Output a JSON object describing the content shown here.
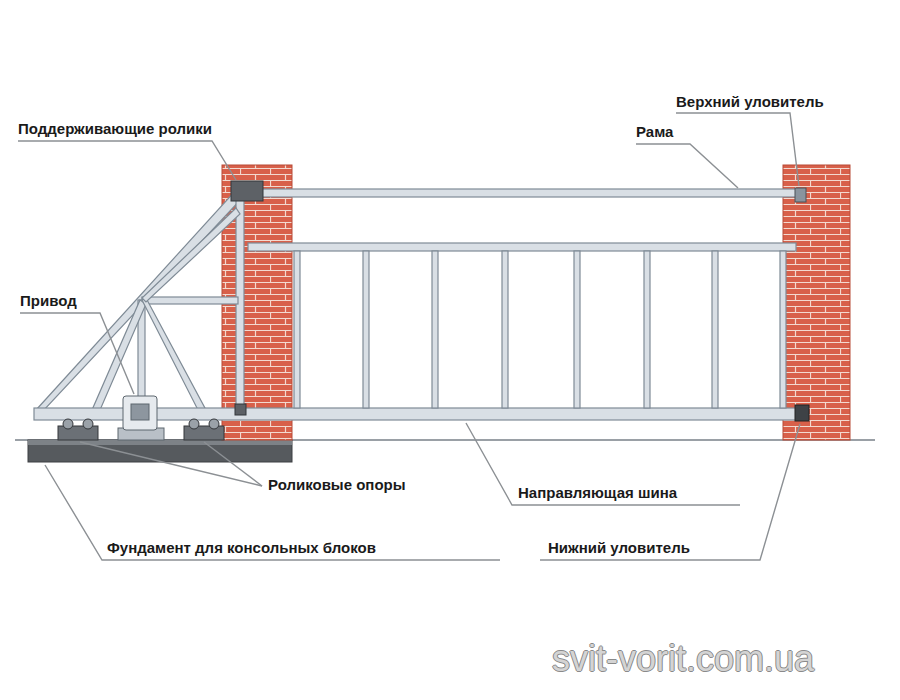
{
  "diagram": {
    "labels": [
      "Поддерживающие ролики",
      "Верхний уловитель",
      "Рама",
      "Привод",
      "Роликовые опоры",
      "Направляющая шина",
      "Фундамент для консольных блоков",
      "Нижний уловитель",
      "svit-vorit.com.ua"
    ]
  }
}
